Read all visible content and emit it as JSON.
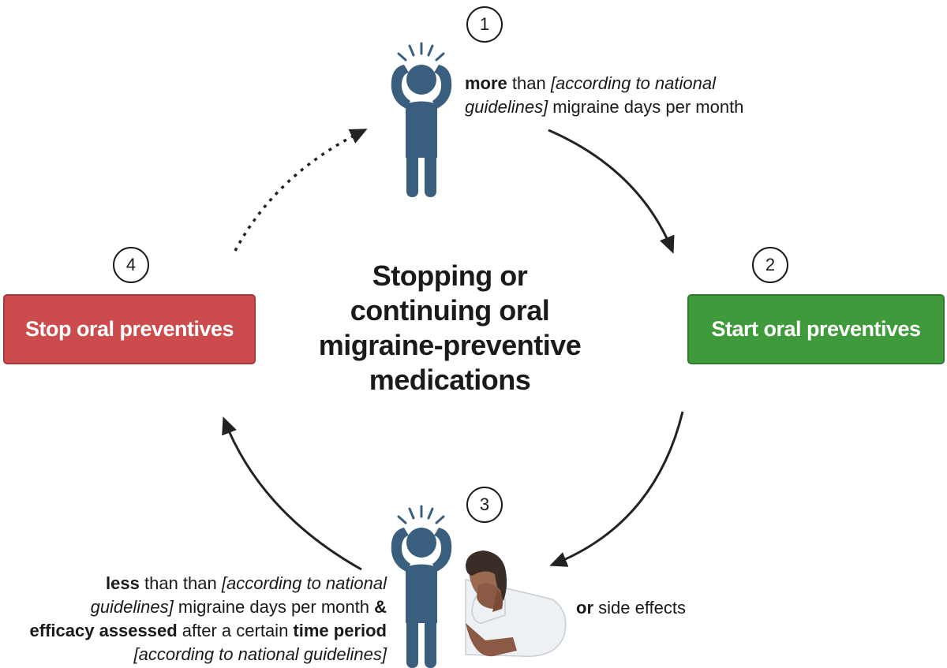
{
  "title": [
    "Stopping or",
    "continuing oral",
    "migraine-preventive",
    "medications"
  ],
  "steps": [
    {
      "number": "1",
      "bold": "more",
      "text1": " than ",
      "italic": "[according to national",
      "italic2": "guidelines]",
      "text2": " migraine days per month"
    },
    {
      "number": "2",
      "label": "Start oral preventives",
      "color": "#3f9a3c"
    },
    {
      "number": "3",
      "left": {
        "bold1": "less",
        "text1": " than than ",
        "italic1": "[according to national",
        "italic2": "guidelines]",
        "text2": " migraine days per month ",
        "amp": "&",
        "bold2": "efficacy assessed",
        "text3": " after a certain ",
        "bold3": "time period",
        "italic3": "[according to national guidelines]"
      },
      "right": {
        "bold": "or",
        "text": " side effects"
      }
    },
    {
      "number": "4",
      "label": "Stop oral preventives",
      "color": "#cc4b4d"
    }
  ],
  "icons": [
    "headache-person-icon",
    "headache-person-icon",
    "nauseous-person-icon"
  ],
  "colors": {
    "figure": "#3a5f7e",
    "arrow": "#222222"
  }
}
